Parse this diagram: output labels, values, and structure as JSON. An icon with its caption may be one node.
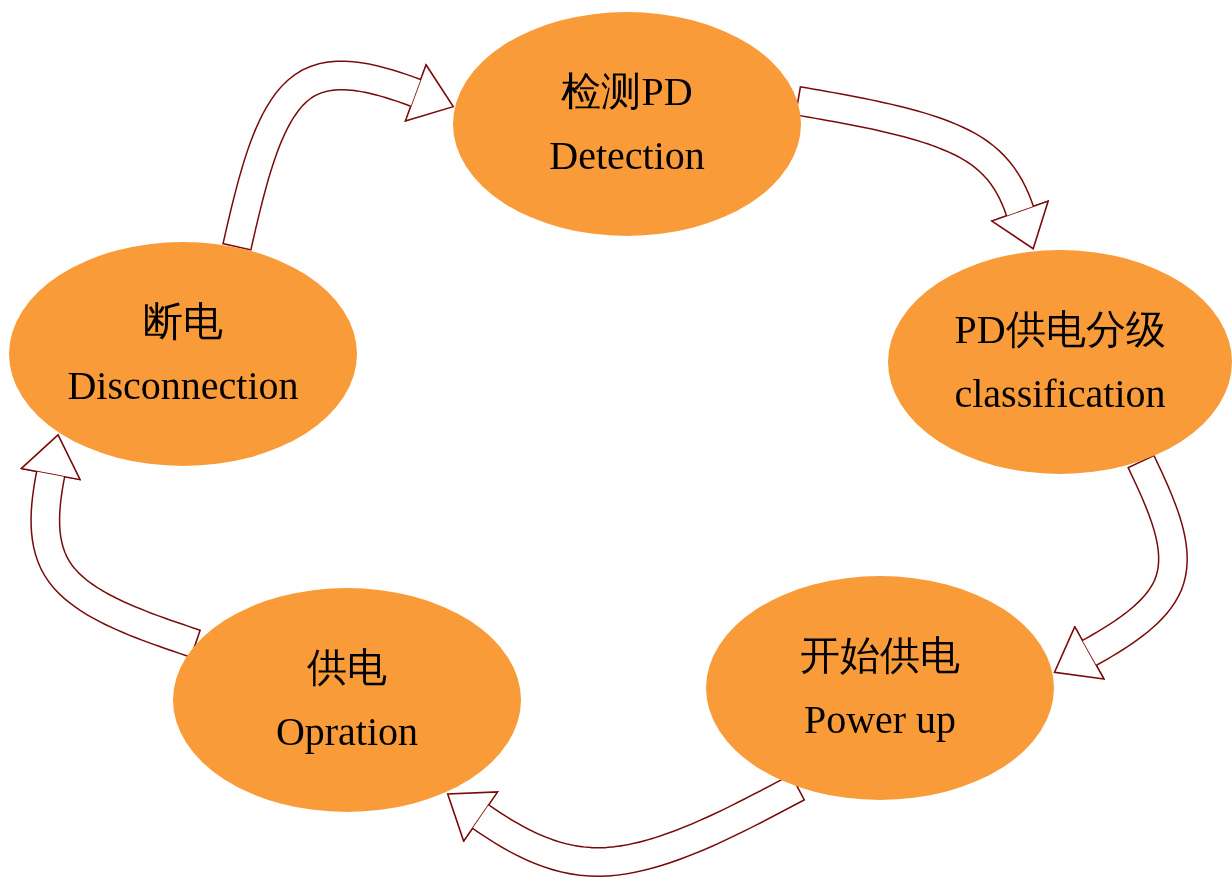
{
  "diagram": {
    "nodes": [
      {
        "text": [
          "检测PD",
          "Detection"
        ]
      },
      {
        "text": [
          "PD供电分级",
          "classification"
        ]
      },
      {
        "text": [
          "开始供电",
          "Power up"
        ]
      },
      {
        "text": [
          "供电",
          "Opration"
        ]
      },
      {
        "text": [
          "断电",
          "Disconnection"
        ]
      }
    ],
    "edges": [
      {
        "from": 0,
        "to": 1,
        "arrow": "to"
      },
      {
        "from": 1,
        "to": 2,
        "arrow": "to"
      },
      {
        "from": 2,
        "to": 3,
        "arrow": "to"
      },
      {
        "from": 3,
        "to": 4,
        "arrow": "to"
      },
      {
        "from": 4,
        "to": 0,
        "arrow": "to"
      }
    ]
  }
}
